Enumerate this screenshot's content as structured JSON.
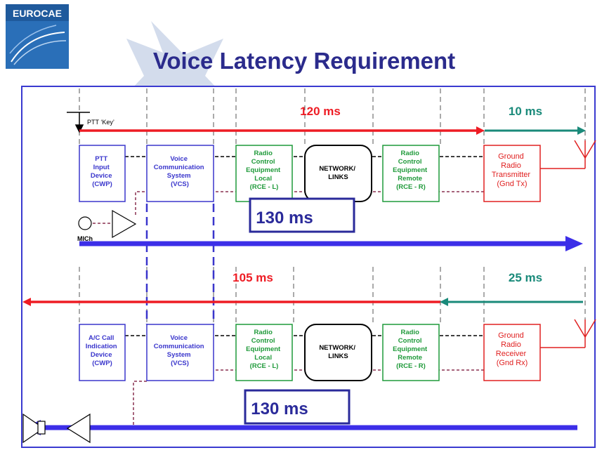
{
  "header": {
    "logo_text": "EUROCAE",
    "title": "Voice Latency Requirement"
  },
  "colors": {
    "title": "#2b2b8c",
    "frame": "#3a3ad0",
    "blue_box": "#3a36cc",
    "green_box": "#1f9a3a",
    "red_box": "#e02020",
    "red_arrow": "#ee1c24",
    "teal_arrow": "#1a8a7a",
    "blue_arrow": "#3c2ee8",
    "latency_box": "#2a2a9a"
  },
  "tx_path": {
    "ptt_label": "PTT ‘Key’",
    "mic_label": "MICh",
    "segment_red_label": "120 ms",
    "segment_teal_label": "10 ms",
    "total_label": "130 ms",
    "boxes": [
      {
        "key": "ptt",
        "lines": [
          "PTT",
          "Input",
          "Device",
          "(CWP)"
        ]
      },
      {
        "key": "vcs",
        "lines": [
          "Voice",
          "Communication",
          "System",
          "(VCS)"
        ]
      },
      {
        "key": "rce_l",
        "lines": [
          "Radio",
          "Control",
          "Equipment",
          "Local",
          "(RCE - L)"
        ]
      },
      {
        "key": "network",
        "lines": [
          "NETWORK/",
          "LINKS"
        ]
      },
      {
        "key": "rce_r",
        "lines": [
          "Radio",
          "Control",
          "Equipment",
          "Remote",
          "(RCE - R)"
        ]
      },
      {
        "key": "gnd_tx",
        "lines": [
          "Ground",
          "Radio",
          "Transmitter",
          "(Gnd Tx)"
        ]
      }
    ]
  },
  "rx_path": {
    "segment_red_label": "105 ms",
    "segment_teal_label": "25 ms",
    "total_label": "130 ms",
    "boxes": [
      {
        "key": "ac_call",
        "lines": [
          "A/C Call",
          "Indication",
          "Device",
          "(CWP)"
        ]
      },
      {
        "key": "vcs",
        "lines": [
          "Voice",
          "Communication",
          "System",
          "(VCS)"
        ]
      },
      {
        "key": "rce_l",
        "lines": [
          "Radio",
          "Control",
          "Equipment",
          "Local",
          "(RCE - L)"
        ]
      },
      {
        "key": "network",
        "lines": [
          "NETWORK/",
          "LINKS"
        ]
      },
      {
        "key": "rce_r",
        "lines": [
          "Radio",
          "Control",
          "Equipment",
          "Remote",
          "(RCE - R)"
        ]
      },
      {
        "key": "gnd_rx",
        "lines": [
          "Ground",
          "Radio",
          "Receiver",
          "(Gnd Rx)"
        ]
      }
    ]
  }
}
